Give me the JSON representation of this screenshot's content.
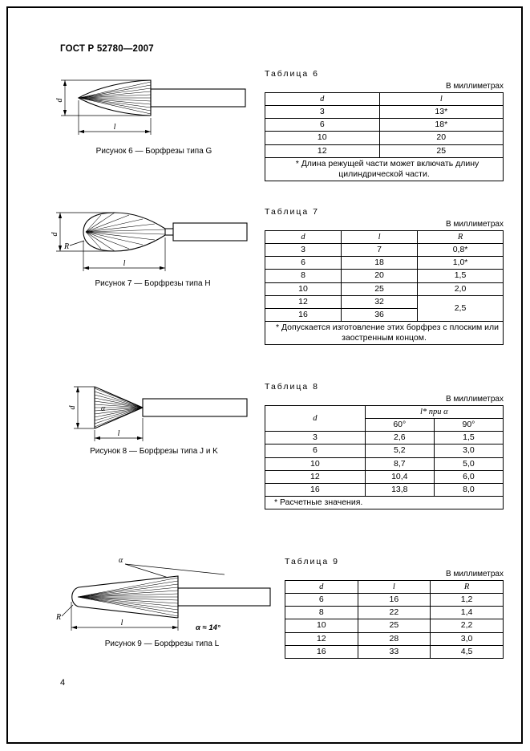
{
  "page": {
    "header": "ГОСТ Р 52780—2007",
    "page_number": "4"
  },
  "fig6": {
    "caption": "Рисунок 6 — Борфрезы типа G",
    "dim_d": "d",
    "dim_l": "l"
  },
  "fig7": {
    "caption": "Рисунок 7 — Борфрезы типа H",
    "dim_d": "d",
    "dim_R": "R",
    "dim_l": "l"
  },
  "fig8": {
    "caption": "Рисунок 8 — Борфрезы типа J и K",
    "dim_d": "d",
    "dim_alpha": "α",
    "dim_l": "l"
  },
  "fig9": {
    "caption": "Рисунок 9 — Борфрезы типа L",
    "dim_alpha": "α",
    "dim_R": "R",
    "dim_l": "l",
    "angle_note": "α ≈ 14°"
  },
  "table6": {
    "title": "Таблица 6",
    "units": "В миллиметрах",
    "col_d": "d",
    "col_l": "l",
    "rows": [
      [
        "3",
        "13*"
      ],
      [
        "6",
        "18*"
      ],
      [
        "10",
        "20"
      ],
      [
        "12",
        "25"
      ]
    ],
    "footnote": "* Длина режущей части может включать длину цилиндрической части."
  },
  "table7": {
    "title": "Таблица 7",
    "units": "В миллиметрах",
    "col_d": "d",
    "col_l": "l",
    "col_R": "R",
    "rows": [
      [
        "3",
        "7",
        "0,8*"
      ],
      [
        "6",
        "18",
        "1,0*"
      ],
      [
        "8",
        "20",
        "1,5"
      ],
      [
        "10",
        "25",
        "2,0"
      ],
      [
        "12",
        "32"
      ],
      [
        "16",
        "36"
      ]
    ],
    "merged_R": "2,5",
    "footnote": "* Допускается изготовление этих борфрез с плоским или заостренным концом."
  },
  "table8": {
    "title": "Таблица 8",
    "units": "В миллиметрах",
    "col_d": "d",
    "col_l_alpha": "l* при α",
    "col_60": "60°",
    "col_90": "90°",
    "rows": [
      [
        "3",
        "2,6",
        "1,5"
      ],
      [
        "6",
        "5,2",
        "3,0"
      ],
      [
        "10",
        "8,7",
        "5,0"
      ],
      [
        "12",
        "10,4",
        "6,0"
      ],
      [
        "16",
        "13,8",
        "8,0"
      ]
    ],
    "footnote": "* Расчетные значения."
  },
  "table9": {
    "title": "Таблица 9",
    "units": "В миллиметрах",
    "col_d": "d",
    "col_l": "l",
    "col_R": "R",
    "rows": [
      [
        "6",
        "16",
        "1,2"
      ],
      [
        "8",
        "22",
        "1,4"
      ],
      [
        "10",
        "25",
        "2,2"
      ],
      [
        "12",
        "28",
        "3,0"
      ],
      [
        "16",
        "33",
        "4,5"
      ]
    ]
  }
}
